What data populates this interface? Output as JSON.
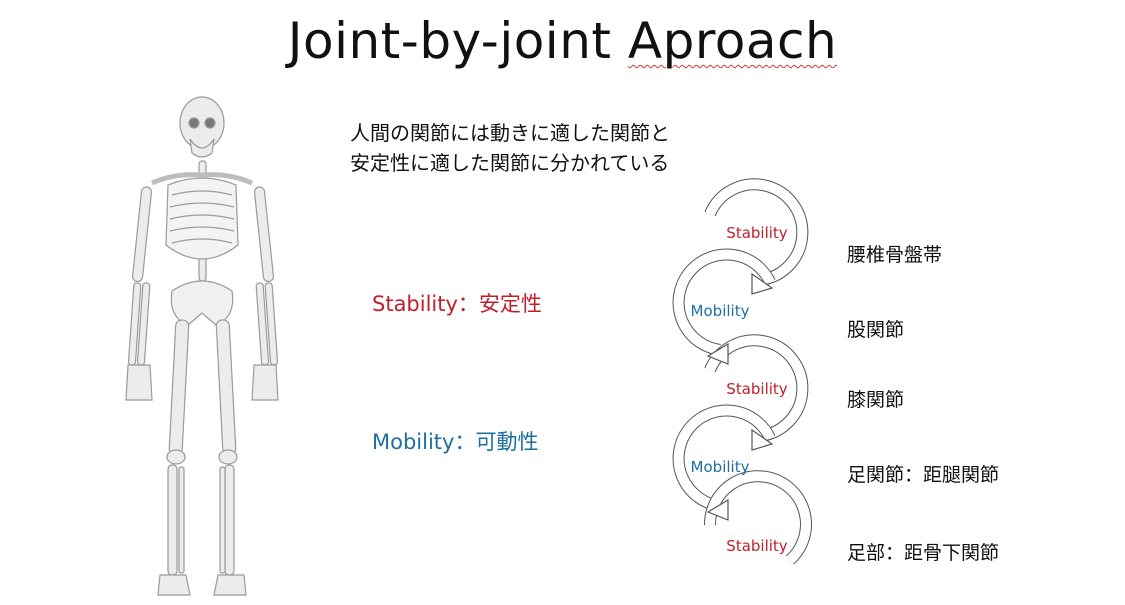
{
  "slide": {
    "title_main": "Joint-by-joint",
    "title_misspelled": "Aproach",
    "description_line1": "人間の関節には動きに適した関節と",
    "description_line2": "安定性に適した関節に分かれている"
  },
  "legend": {
    "stability": "Stability：安定性",
    "mobility": "Mobility：可動性"
  },
  "colors": {
    "stability": "#c0202a",
    "mobility": "#1f6f9f",
    "arrow_outline": "#555555"
  },
  "circles": [
    {
      "label": "Stability",
      "kind": "stability"
    },
    {
      "label": "Mobility",
      "kind": "mobility"
    },
    {
      "label": "Stability",
      "kind": "stability"
    },
    {
      "label": "Mobility",
      "kind": "mobility"
    },
    {
      "label": "Stability",
      "kind": "stability"
    }
  ],
  "joints": [
    "腰椎骨盤帯",
    "股関節",
    "膝関節",
    "足関節：距腿関節",
    "足部：距骨下関節"
  ],
  "image": {
    "name": "skeleton-illustration"
  }
}
